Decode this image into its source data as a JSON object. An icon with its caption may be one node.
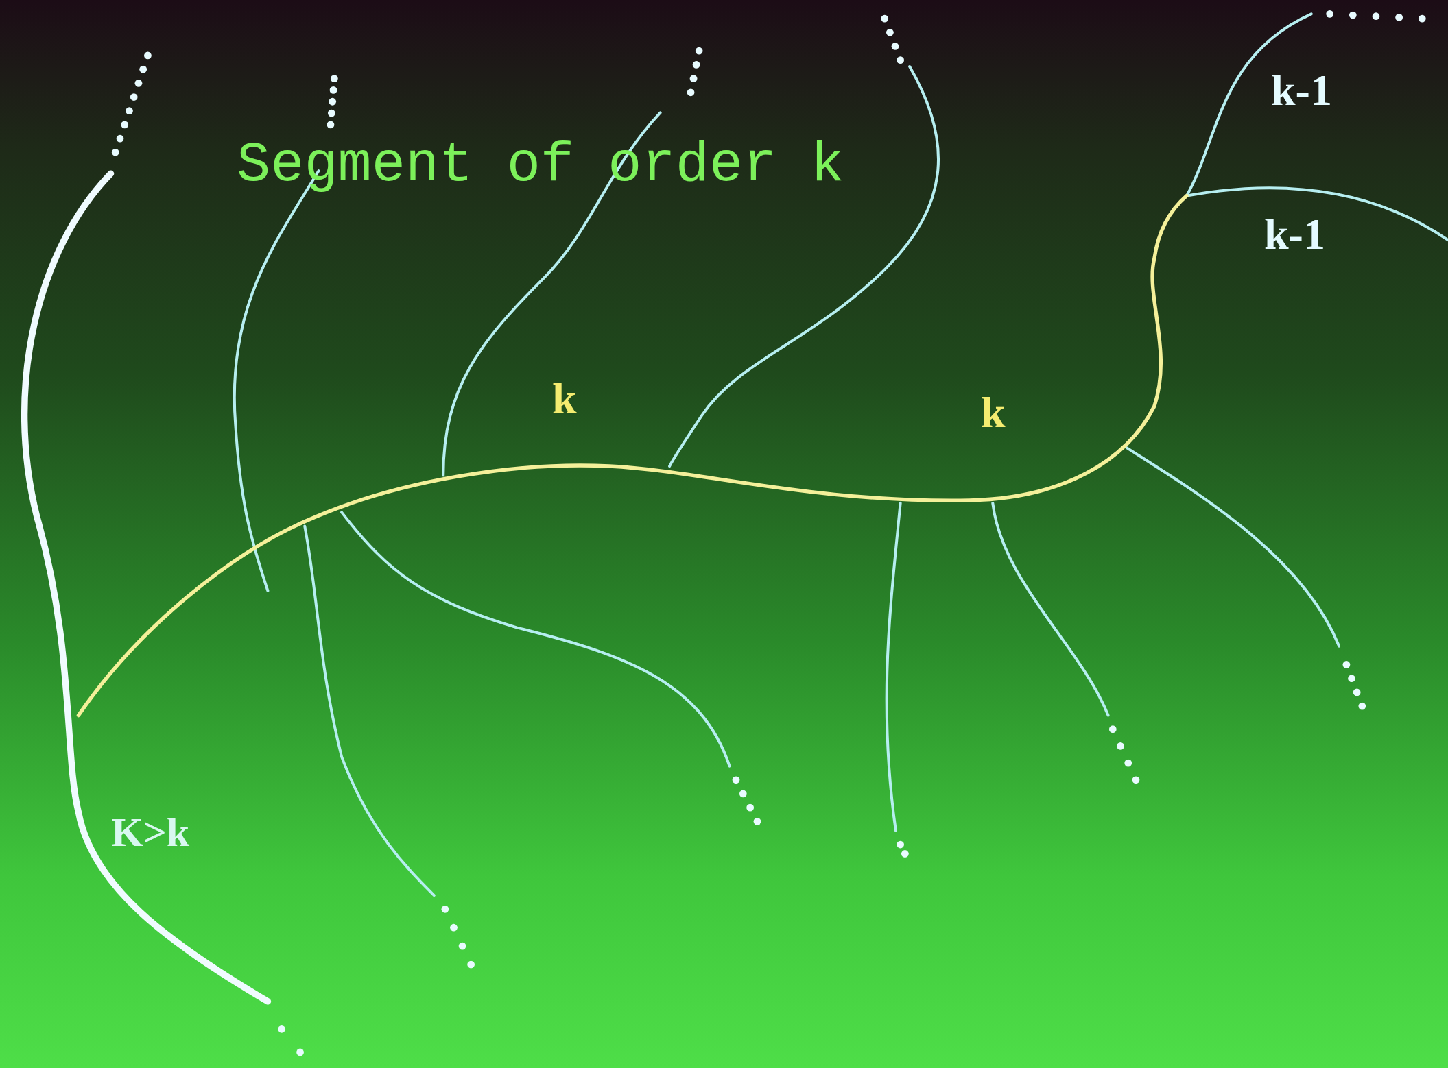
{
  "diagram": {
    "title": "Segment of order k",
    "labels": [
      "k-1",
      "k-1",
      "k",
      "k",
      "K>k"
    ]
  }
}
